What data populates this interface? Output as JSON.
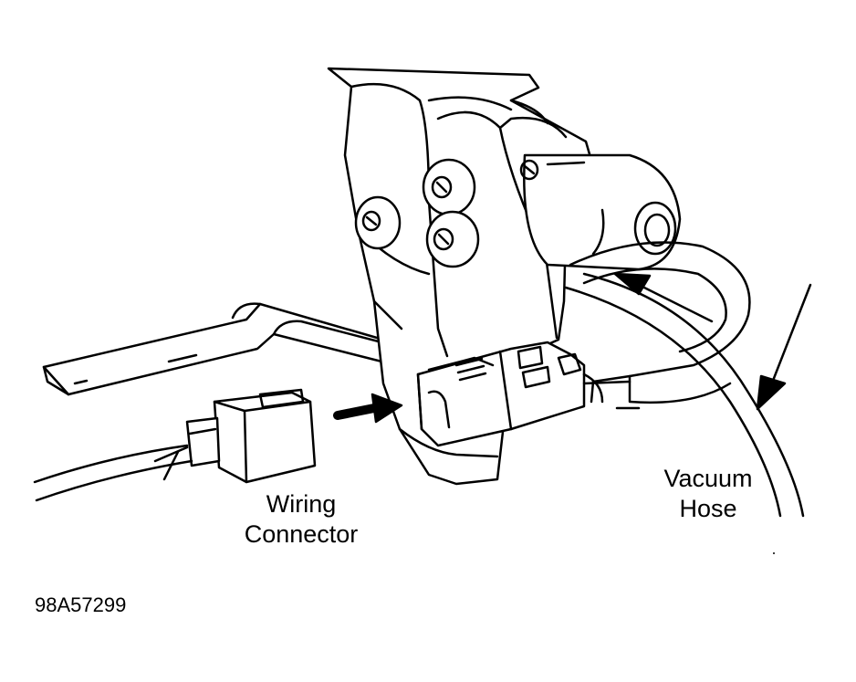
{
  "labels": {
    "wiring": [
      "Wiring",
      "Connector"
    ],
    "vacuum": [
      "Vacuum",
      "Hose"
    ]
  },
  "figure_code": "98A57299",
  "colors": {
    "ink": "#000000",
    "paper": "#ffffff"
  }
}
